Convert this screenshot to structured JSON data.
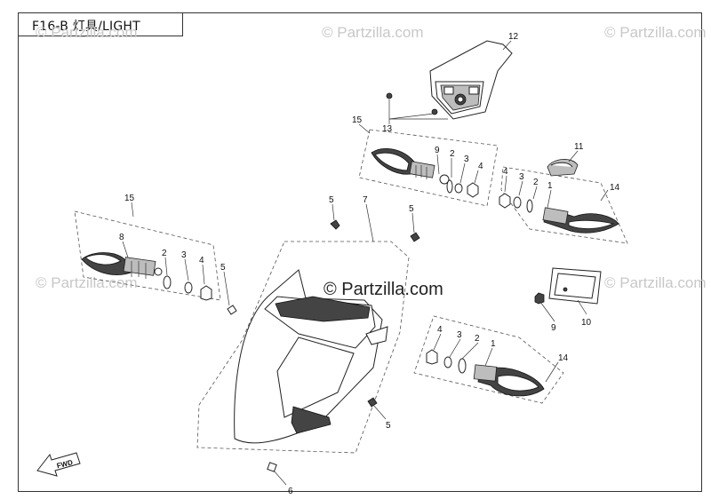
{
  "header": {
    "title": "F16-B 灯具/LIGHT"
  },
  "watermarks": {
    "corner": "© Partzilla.com",
    "center": "© Partzilla.com"
  },
  "fwd_label": "FWD",
  "callouts": {
    "c1a": "1",
    "c1b": "1",
    "c2a": "2",
    "c2b": "2",
    "c2c": "2",
    "c2d": "2",
    "c3a": "3",
    "c3b": "3",
    "c3c": "3",
    "c3d": "3",
    "c4a": "4",
    "c4b": "4",
    "c4c": "4",
    "c4d": "4",
    "c5a": "5",
    "c5b": "5",
    "c5c": "5",
    "c5d": "5",
    "c6": "6",
    "c7": "7",
    "c8a": "8",
    "c9a": "9",
    "c9b": "9",
    "c10": "10",
    "c11": "11",
    "c12": "12",
    "c13": "13",
    "c14a": "14",
    "c14b": "14",
    "c15a": "15",
    "c15b": "15"
  },
  "colors": {
    "line": "#222222",
    "watermark": "#c8c8c8",
    "background": "#ffffff"
  }
}
